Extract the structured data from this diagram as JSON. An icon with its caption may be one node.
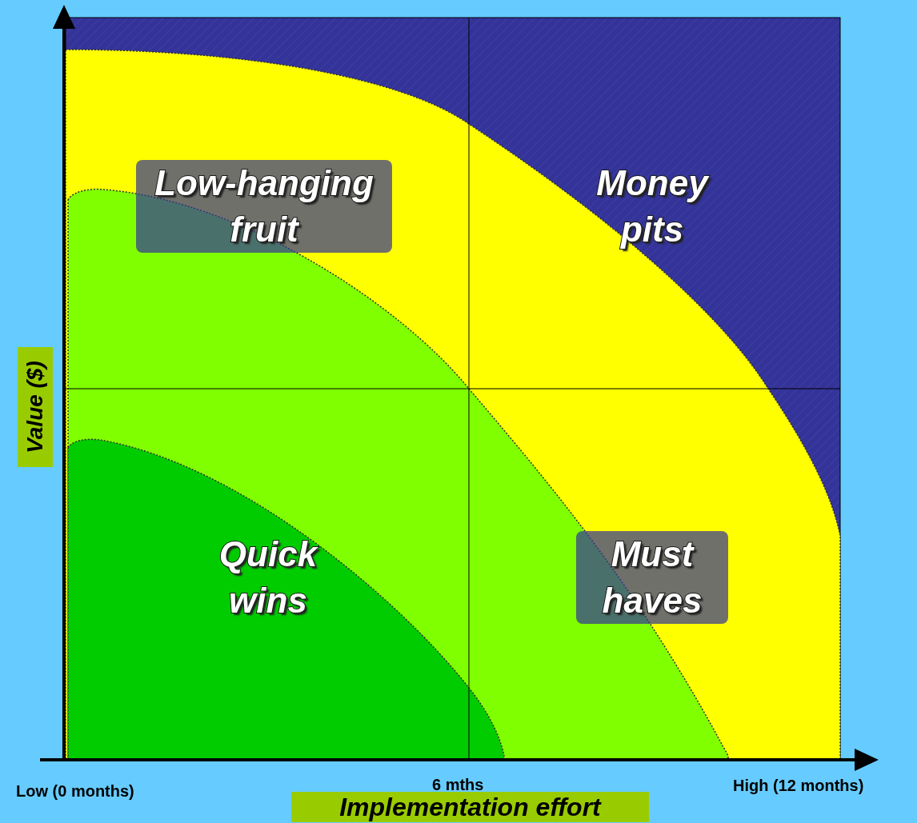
{
  "diagram": {
    "labels": [
      "Low-hanging fruit",
      "Money pits",
      "Value ($)",
      "Quick wins",
      "Must haves",
      "Low (0 months)",
      "6 mths",
      "High (12 months)",
      "Implementation effort"
    ]
  }
}
